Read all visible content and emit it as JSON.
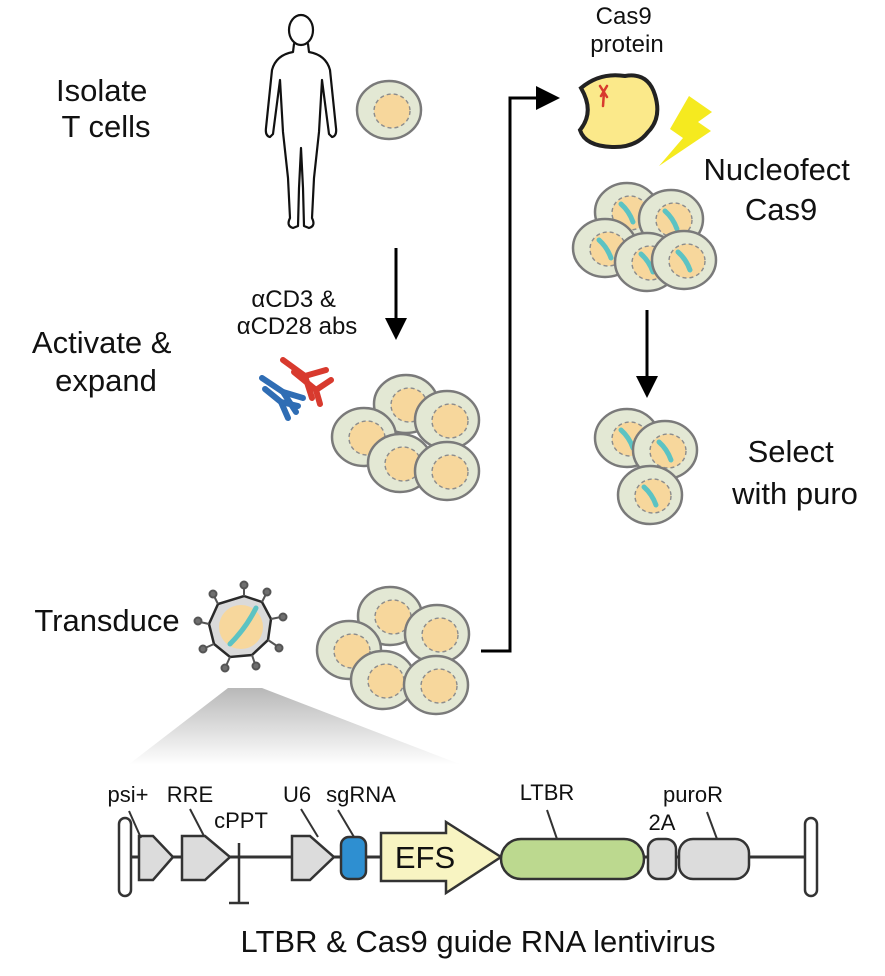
{
  "steps": {
    "isolate": [
      "Isolate",
      "T cells"
    ],
    "activate": [
      "Activate &",
      "expand"
    ],
    "antibodies": [
      "αCD3 &",
      "αCD28 abs"
    ],
    "transduce": "Transduce",
    "cas9_protein": [
      "Cas9",
      "protein"
    ],
    "nucleofect": [
      "Nucleofect",
      "Cas9"
    ],
    "select": [
      "Select",
      "with puro"
    ]
  },
  "construct": {
    "labels": {
      "psi": "psi+",
      "rre": "RRE",
      "cppt": "cPPT",
      "u6": "U6",
      "sgrna": "sgRNA",
      "efs": "EFS",
      "ltbr": "LTBR",
      "p2a": "2A",
      "puror": "puroR"
    },
    "caption": "LTBR & Cas9 guide RNA lentivirus"
  },
  "colors": {
    "cell_fill": "#e3e8d4",
    "cell_stroke": "#7a7a7a",
    "nucleus_fill": "#f7d79c",
    "guide_rna": "#5cc3c3",
    "antibody_red": "#d83a2e",
    "antibody_blue": "#2f6db4",
    "cas9_fill": "#fbe98a",
    "lightning": "#f5ea1f",
    "sgrna_box": "#2e8fd1",
    "efs_arrow": "#f8f4c2",
    "ltbr_box": "#bcd98f",
    "grey_element": "#dcdcdc"
  }
}
